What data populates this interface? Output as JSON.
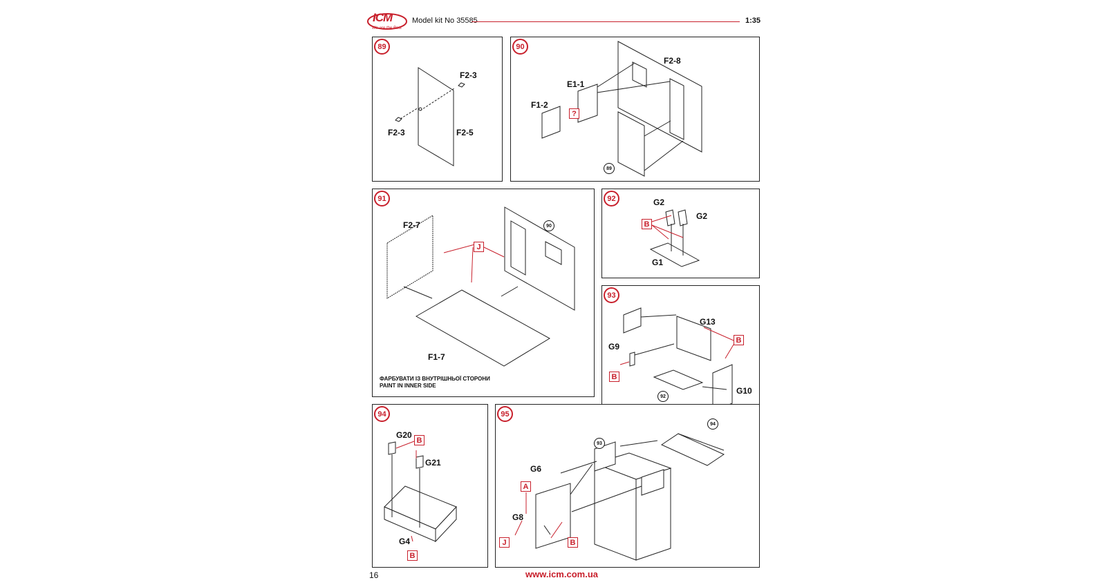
{
  "header": {
    "logo_text": "ICM",
    "logo_tagline": "We are the Best",
    "model_kit": "Model kit No 35585",
    "scale": "1:35"
  },
  "colors": {
    "accent": "#c8202c",
    "line": "#222222"
  },
  "steps": {
    "s89": {
      "num": "89",
      "labels": {
        "a": "F2-3",
        "b": "F2-3",
        "c": "F2-5"
      }
    },
    "s90": {
      "num": "90",
      "labels": {
        "a": "F2-8",
        "b": "E1-1",
        "c": "F1-2"
      },
      "box": "?",
      "ref": "89"
    },
    "s91": {
      "num": "91",
      "labels": {
        "a": "F2-7",
        "b": "F1-7"
      },
      "box": "J",
      "ref": "90",
      "note_ua": "ФАРБУВАТИ ІЗ ВНУТРІШНЬОЇ СТОРОНИ",
      "note_en": "PAINT IN INNER SIDE"
    },
    "s92": {
      "num": "92",
      "labels": {
        "a": "G2",
        "b": "G2",
        "c": "G1"
      },
      "box": "B"
    },
    "s93": {
      "num": "93",
      "labels": {
        "a": "G13",
        "b": "G9",
        "c": "G10"
      },
      "box1": "B",
      "box2": "B",
      "ref": "92"
    },
    "s94": {
      "num": "94",
      "labels": {
        "a": "G20",
        "b": "G21",
        "c": "G4"
      },
      "box1": "B",
      "box2": "B"
    },
    "s95": {
      "num": "95",
      "labels": {
        "a": "G6",
        "b": "G8"
      },
      "box_a": "A",
      "box_j": "J",
      "box_b": "B",
      "ref1": "93",
      "ref2": "94"
    }
  },
  "footer": {
    "page": "16",
    "website": "www.icm.com.ua"
  }
}
